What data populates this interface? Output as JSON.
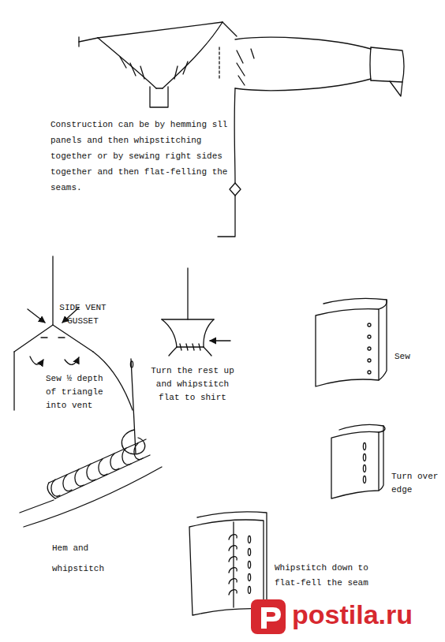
{
  "diagram": {
    "labels": [
      "Construction can be by hemming sll panels and then whipstitching together or by sewing right sides together and then flat-felling the seams.",
      "SIDE VENT GUSSET",
      "Sew ½ depth of triangle into vent",
      "Turn the rest up and whipstitch flat to shirt",
      "Sew",
      "Turn over edge",
      "Hem and whipstitch",
      "Whipstitch down to flat-fell the seam",
      "postila.ru"
    ]
  }
}
